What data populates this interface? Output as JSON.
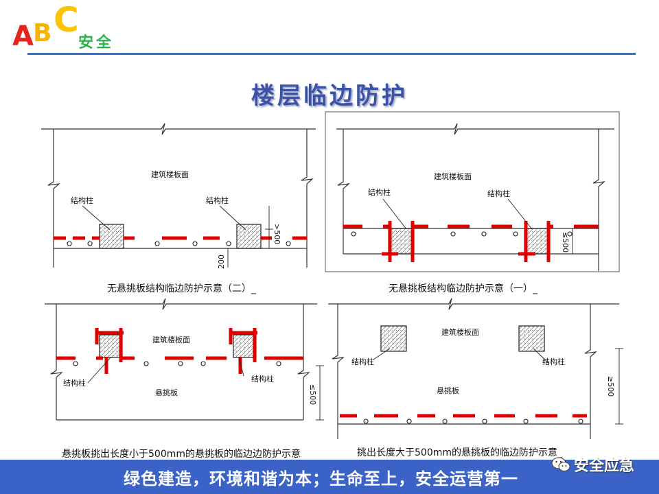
{
  "logo": {
    "a": "A",
    "b": "B",
    "c": "C",
    "suffix": "安全"
  },
  "title": "楼层临边防护",
  "diagrams": {
    "d1": {
      "floor": "建筑楼板面",
      "column_left": "结构柱",
      "column_right": "结构柱",
      "dim_top": ">500",
      "dim_bottom": "200",
      "caption": "无悬挑板结构临边防护示意（二）_"
    },
    "d2": {
      "floor": "建筑楼板面",
      "column_left": "结构柱",
      "column_right": "结构柱",
      "dim": "≤500",
      "caption": "无悬挑板结构临边防护示意（一）_"
    },
    "d3": {
      "floor": "建筑楼板面",
      "column_left": "结构柱",
      "column_right": "结构柱",
      "slab": "悬挑板",
      "dim": "≤500",
      "caption": "悬挑板挑出长度小于500mm的悬挑板的临边边防护示意"
    },
    "d4": {
      "floor": "建筑楼板面",
      "column_left": "结构柱",
      "column_right": "结构柱",
      "slab": "悬挑板",
      "dim": "≥500",
      "caption": "挑出长度大于500mm的悬挑板的临边防护示意_"
    }
  },
  "footer": {
    "slogan": "绿色建造，环境和谐为本；生命至上，安全运营第一",
    "account": "安全应急"
  },
  "colors": {
    "accent_blue": "#2f6fd1",
    "footer_blue": "#3b62c6",
    "guard_red": "#e00000",
    "title_blue": "#3b52a7"
  }
}
